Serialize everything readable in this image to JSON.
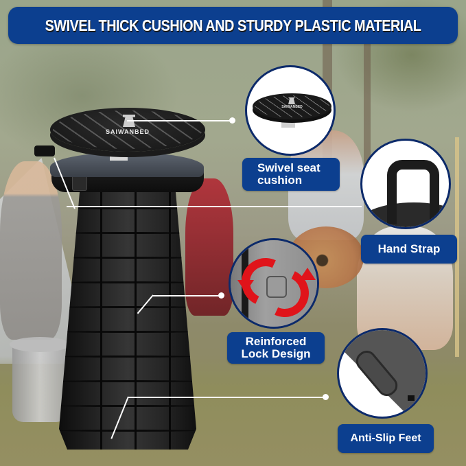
{
  "title": "SWIVEL THICK CUSHION AND STURDY PLASTIC MATERIAL",
  "product": {
    "brand_print": "SAIWANBED"
  },
  "callouts": [
    {
      "id": "seat",
      "label_line1": "Swivel seat",
      "label_line2": "cushion",
      "icon": "seat-cushion-detail"
    },
    {
      "id": "strap",
      "label": "Hand Strap",
      "icon": "hand-strap-detail"
    },
    {
      "id": "lock",
      "label_line1": "Reinforced",
      "label_line2": "Lock Design",
      "icon": "rotate-lock-arrows"
    },
    {
      "id": "feet",
      "label": "Anti-Slip Feet",
      "icon": "anti-slip-pad-detail"
    }
  ],
  "colors": {
    "banner_blue": "#0c3f8f",
    "circle_border": "#0c2a6a",
    "arrow_red": "#e0141a",
    "stool_black": "#1a1a1a"
  }
}
